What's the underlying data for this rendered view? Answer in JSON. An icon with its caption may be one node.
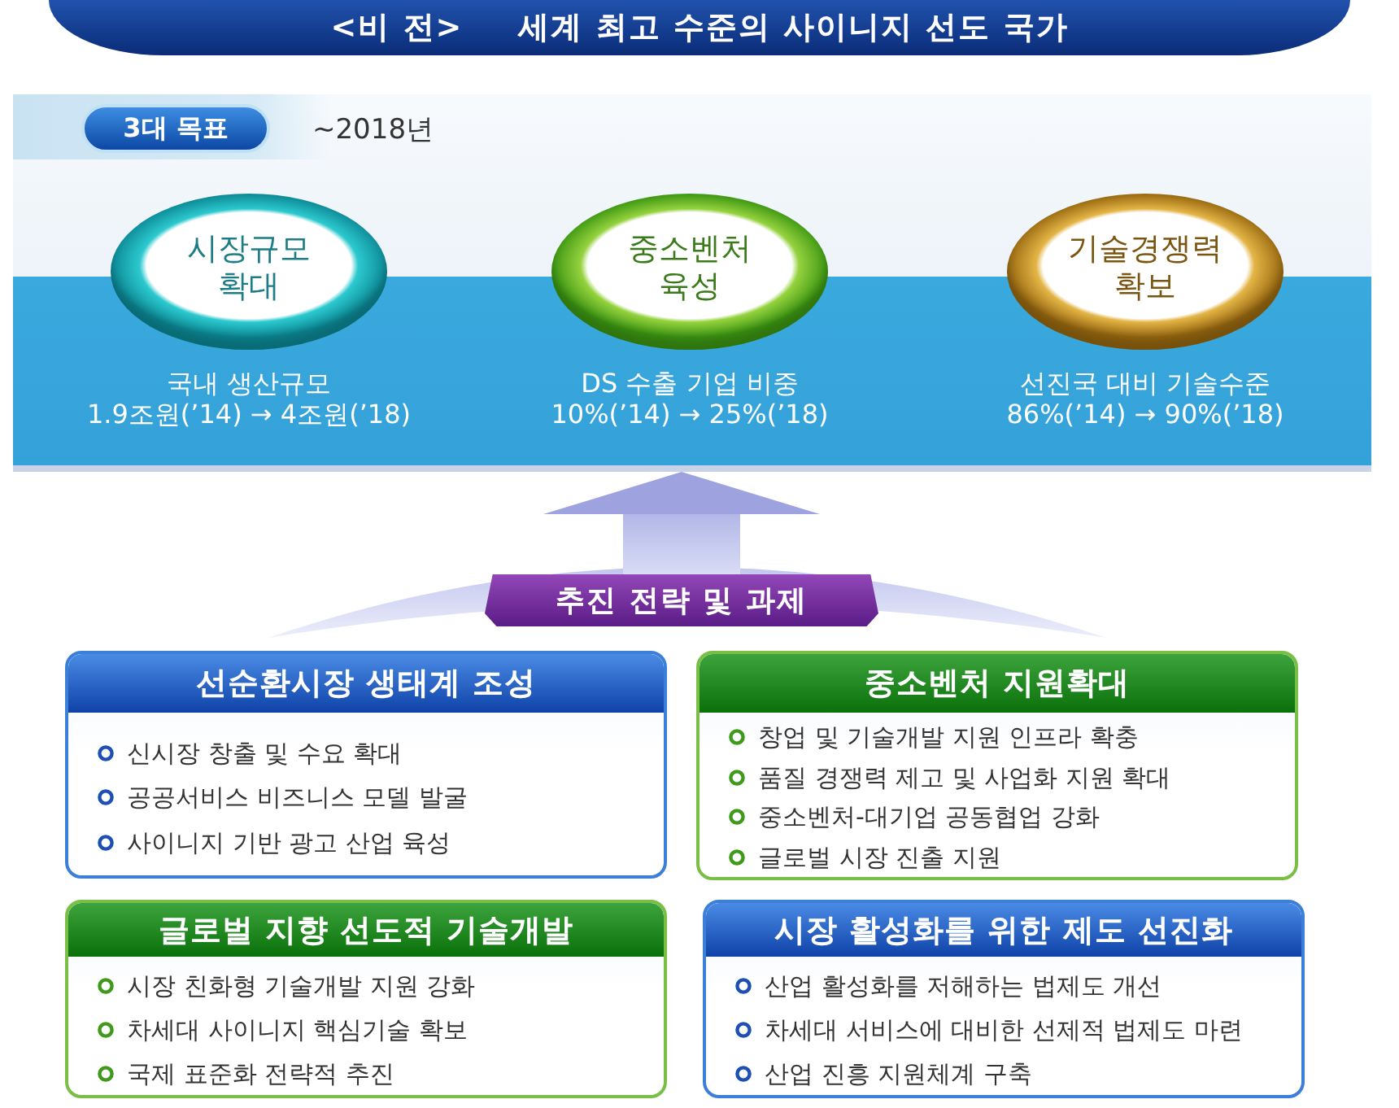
{
  "diagram": {
    "nodes": [
      {
        "text": [
          "<비 전>",
          "세계 최고 수준의 사이니지 선도 국가"
        ]
      },
      {
        "text": [],
        "shape": "box"
      },
      {
        "text": [
          "3대 목표"
        ],
        "in": 1,
        "beside": [
          "~2018년"
        ]
      },
      {
        "text": [
          "시장규모 확대"
        ],
        "in": 1,
        "beside": [
          "국내 생산규모",
          "1.9조원(’14) → 4조원(’18)"
        ]
      },
      {
        "text": [
          "중소벤처 육성"
        ],
        "in": 1,
        "beside": [
          "DS 수출 기업 비중",
          "10%(’14) → 25%(’18)"
        ]
      },
      {
        "text": [
          "기술경쟁력 확보"
        ],
        "in": 1,
        "beside": [
          "선진국 대비 기술수준",
          "86%(’14) → 90%(’18)"
        ]
      },
      {
        "text": [
          "추진 전략 및 과제"
        ]
      },
      {
        "text": [
          "선순환시장 생태계 조성",
          "신시장 창출 및 수요 확대",
          "공공서비스 비즈니스 모델 발굴",
          "사이니지 기반 광고 산업 육성"
        ]
      },
      {
        "text": [
          "중소벤처 지원확대",
          "창업 및 기술개발 지원 인프라 확충",
          "품질 경쟁력 제고 및 사업화 지원 확대",
          "중소벤처-대기업 공동협업 강화",
          "글로벌 시장 진출 지원"
        ]
      },
      {
        "text": [
          "글로벌 지향 선도적 기술개발",
          "시장 친화형 기술개발 지원 강화",
          "차세대 사이니지 핵심기술 확보",
          "국제 표준화 전략적 추진"
        ]
      },
      {
        "text": [
          "시장 활성화를 위한 제도 선진화",
          "산업 활성화를 저해하는 법제도 개선",
          "차세대 서비스에 대비한 선제적 법제도 마련",
          "산업 진흥 지원체계 구축"
        ]
      }
    ],
    "edges": [
      {
        "from": 6,
        "to": 1,
        "arrow": "to"
      }
    ]
  }
}
